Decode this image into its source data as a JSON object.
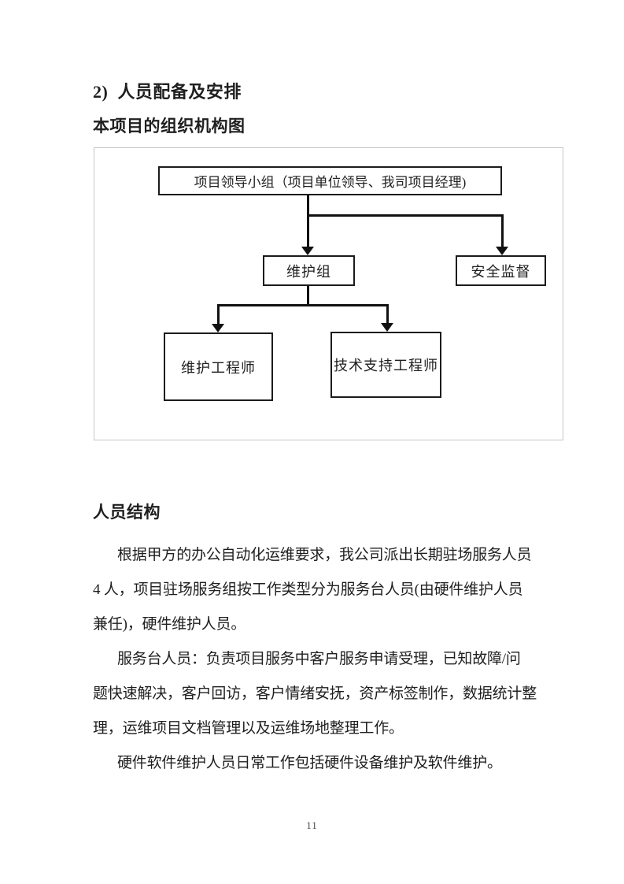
{
  "headings": {
    "section": "2)  人员配备及安排",
    "subsection": "本项目的组织机构图",
    "personnel": "人员结构"
  },
  "org_chart": {
    "type": "org-tree",
    "nodes": {
      "root": "项目领导小组（项目单位领导、我司项目经理)",
      "maintenance_group": "维护组",
      "safety_supervision": "安全监督",
      "maintenance_engineer": "维护工程师",
      "tech_support_engineer": "技术支持工程师"
    },
    "edges": [
      [
        "root",
        "maintenance_group"
      ],
      [
        "root",
        "safety_supervision"
      ],
      [
        "maintenance_group",
        "maintenance_engineer"
      ],
      [
        "maintenance_group",
        "tech_support_engineer"
      ]
    ]
  },
  "body": {
    "lines": [
      {
        "text": "根据甲方的办公自动化运维要求，我公司派出长期驻场服务人员",
        "indent": true
      },
      {
        "text": "4 人，项目驻场服务组按工作类型分为服务台人员(由硬件维护人员",
        "indent": false
      },
      {
        "text": "兼任)，硬件维护人员。",
        "indent": false
      },
      {
        "text": "服务台人员：负责项目服务中客户服务申请受理，已知故障/问",
        "indent": true
      },
      {
        "text": "题快速解决，客户回访，客户情绪安抚，资产标签制作，数据统计整",
        "indent": false
      },
      {
        "text": "理，运维项目文档管理以及运维场地整理工作。",
        "indent": false
      },
      {
        "text": "硬件软件维护人员日常工作包括硬件设备维护及软件维护。",
        "indent": true
      }
    ]
  },
  "page": {
    "number": "11"
  },
  "colors": {
    "ink": "#1f1f1f",
    "line": "#111111",
    "figure_border": "#c6c6c6"
  }
}
